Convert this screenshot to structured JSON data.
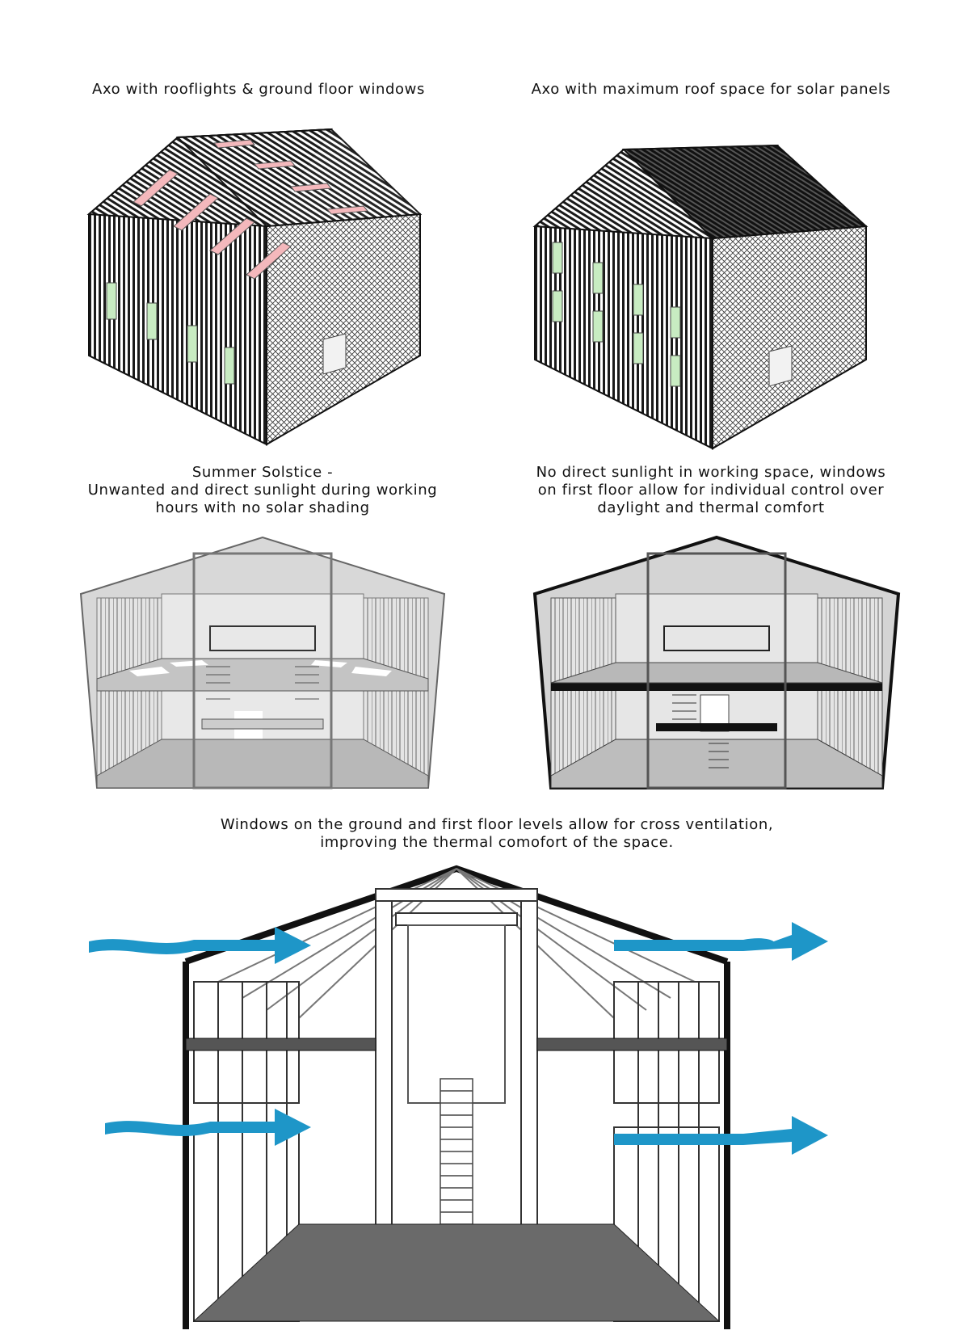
{
  "captions": {
    "axo_rooflights": "Axo with rooflights & ground floor windows",
    "axo_solar": "Axo with maximum roof space for solar panels",
    "summer_solstice": "Summer Solstice -\nUnwanted and  direct sunlight during working\nhours with no solar shading",
    "no_direct_sun": "No direct sunlight in working space, windows\non first floor allow for individual control over\ndaylight and thermal comfort",
    "cross_ventilation": "Windows on the ground and first floor levels allow for cross ventilation,\nimproving the thermal comofort of the space."
  },
  "colors": {
    "rooflight": "#f4b8bc",
    "window": "#c8ecc2",
    "airflow": "#1e96c8",
    "floor_dark": "#6a6a6a",
    "floor_light": "#c8c8c8"
  },
  "icons": [
    "airflow-arrow-icon"
  ]
}
